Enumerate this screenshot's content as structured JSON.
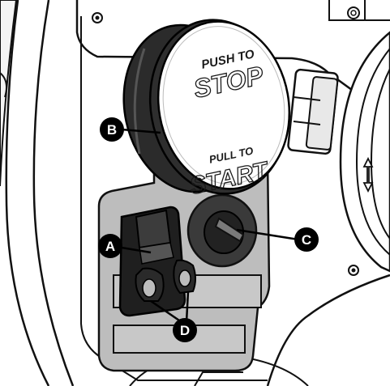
{
  "knob": {
    "line1_top": "PUSH TO",
    "line2_top": "STOP",
    "line1_bottom": "PULL TO",
    "line2_bottom": "START"
  },
  "callouts": {
    "a": "A",
    "b": "B",
    "c": "C",
    "d": "D"
  },
  "colors": {
    "outline": "#111111",
    "knob": "#2b2b2b",
    "panel_plate": "#bdbdbd",
    "switch": "#1f1f1f",
    "callout_fill": "#000000",
    "callout_text": "#ffffff"
  }
}
